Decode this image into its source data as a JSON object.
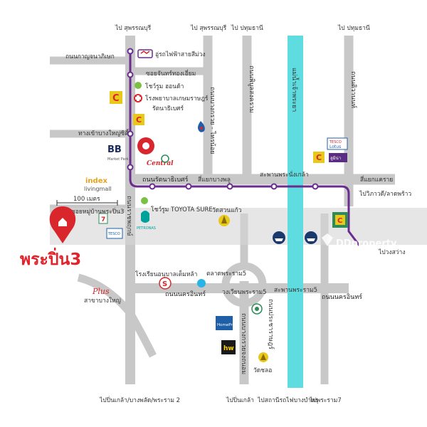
{
  "map": {
    "top_destinations": [
      "ไป สุพรรณบุรี",
      "ไป สุพรรณบุรี",
      "ไป ปทุมธานี",
      "ไป ปทุมธานี"
    ],
    "bottom_destinations": [
      "ไปปิ่นเกล้า/บางพลัด/พระราม 2",
      "ไปปิ่นเกล้า",
      "ไปสถานีรถไฟบางบำหรุ",
      "ไปพระราม7"
    ],
    "roads": {
      "kanchanaphisek": "ถนนกาญจนาภิเษก",
      "ratchaphruek": "ถนนราชพฤกษ์",
      "bangkruai_sainoi": "ถนนบางกรวย - ไทรน้อย",
      "phiboonsongkhram": "ถนนพิบูลสงคราม",
      "rattanathibet": "ถนนรัตนาธิเบศร์",
      "nakhon_in": "ถนนนครอินทร์",
      "bangkruai_jongthanom": "ถนนบางกรวยจงถนอม",
      "pracharat": "ถนนประชาราษฎร์",
      "rama5": "ถนนราชพฤกษ์",
      "chao_phraya": "แม่น้ำเจ้าพระยา",
      "soi_chinnakhet": "ซอยจันทร์ทองเอี่ยม",
      "soi_bangyai": "ทางเข้าบางใหญ่ซิตี้",
      "soi_mooban": "ซอยหมู่บ้านพระปิ่น3",
      "bang_yai_branch": "สาขาบางใหญ่"
    },
    "intersections": {
      "bang_phlu": "สี่แยกบางพลู",
      "bang_krasor": "สี่แยกแคราย",
      "rama5_circle": "วงเวียนพระราม5",
      "wat_suan_kaew": "วัดสวนแก้ว",
      "bang_yai_market": "ตลาดพระราม5"
    },
    "bridges": {
      "phra_nangklao": "สะพานพระนั่งเกล้า",
      "rama5": "สะพานพระราม5"
    },
    "right_labels": {
      "lat_phrao": "ไปวิภาวดี/ลาดพร้าว",
      "wong_sawang": "ไปวงสว่าง",
      "ratchapruek_right": "ถนนติวานนท์"
    },
    "landmarks": {
      "mrt": "อู่รถไฟฟ้าสายสีม่วง",
      "toyota": "โชว์รูม ฮอนด้า",
      "hospital": "โรงพยาบาลเกษมราษฎร์",
      "hospital_2": "รัตนาธิเบศร์",
      "central": "Central",
      "bb": "BB",
      "bb_sub": "Market Park",
      "index": "index",
      "index_sub": "livingmall",
      "toyota_sure": "โชว์รูม TOYOTA SURE",
      "petronas": "PETRONAS",
      "tesco": "TESCO",
      "tesco_2": "Lotus",
      "home_pro": "HomePro",
      "hw": "hw",
      "wat_chalo": "วัดชลอ",
      "big_c": "C",
      "tops": "ลูมิน่า",
      "market_label": "โรงเรียนอนุบาลเต็มหล้า",
      "seven": "7",
      "plus": "Plus"
    },
    "scale": "100 เมตร",
    "project_name": "พระปิ่น3",
    "watermark": "DDproperty"
  },
  "colors": {
    "road": "#c8c8c8",
    "purple_line": "#6a2c8e",
    "river": "#5fdce0",
    "pin": "#d9262c",
    "title": "#e3232b"
  }
}
